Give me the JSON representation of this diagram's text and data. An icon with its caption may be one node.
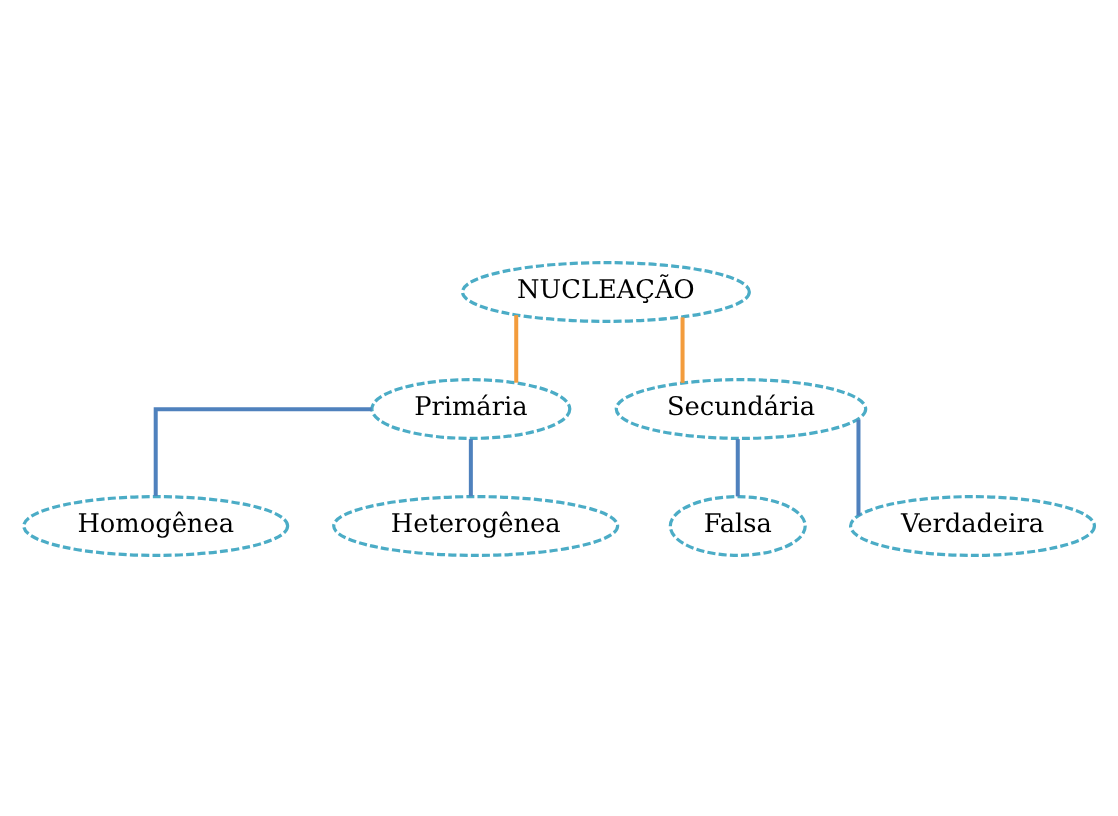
{
  "diagram": {
    "nodes": [
      {
        "text": [
          "NUCLEAÇÃO"
        ]
      },
      {
        "text": [
          "Primária"
        ]
      },
      {
        "text": [
          "Secundária"
        ]
      },
      {
        "text": [
          "Homogênea"
        ]
      },
      {
        "text": [
          "Heterogênea"
        ]
      },
      {
        "text": [
          "Falsa"
        ]
      },
      {
        "text": [
          "Verdadeira"
        ]
      }
    ],
    "edges": [
      {
        "from": 0,
        "to": 1,
        "arrow": "none",
        "color": "#f39c3c"
      },
      {
        "from": 0,
        "to": 2,
        "arrow": "none",
        "color": "#f39c3c"
      },
      {
        "from": 1,
        "to": 3,
        "arrow": "none"
      },
      {
        "from": 1,
        "to": 4,
        "arrow": "none"
      },
      {
        "from": 2,
        "to": 5,
        "arrow": "none"
      },
      {
        "from": 2,
        "to": 6,
        "arrow": "none"
      }
    ]
  }
}
